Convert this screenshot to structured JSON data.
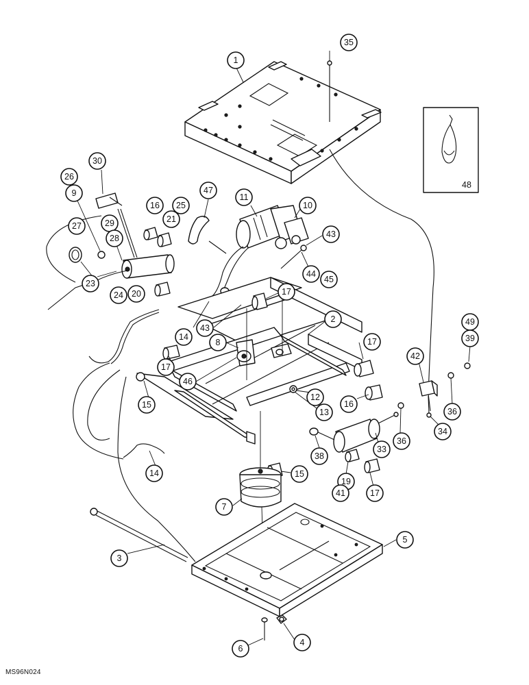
{
  "callouts": [
    {
      "label": "1"
    },
    {
      "label": "35"
    },
    {
      "label": "30"
    },
    {
      "label": "26"
    },
    {
      "label": "9"
    },
    {
      "label": "47"
    },
    {
      "label": "11"
    },
    {
      "label": "10"
    },
    {
      "label": "16"
    },
    {
      "label": "25"
    },
    {
      "label": "21"
    },
    {
      "label": "27"
    },
    {
      "label": "29"
    },
    {
      "label": "28"
    },
    {
      "label": "43"
    },
    {
      "label": "44"
    },
    {
      "label": "45"
    },
    {
      "label": "23"
    },
    {
      "label": "24"
    },
    {
      "label": "20"
    },
    {
      "label": "17"
    },
    {
      "label": "43"
    },
    {
      "label": "2"
    },
    {
      "label": "14"
    },
    {
      "label": "8"
    },
    {
      "label": "17"
    },
    {
      "label": "17"
    },
    {
      "label": "46"
    },
    {
      "label": "12"
    },
    {
      "label": "13"
    },
    {
      "label": "16"
    },
    {
      "label": "15"
    },
    {
      "label": "42"
    },
    {
      "label": "49"
    },
    {
      "label": "39"
    },
    {
      "label": "36"
    },
    {
      "label": "34"
    },
    {
      "label": "36"
    },
    {
      "label": "33"
    },
    {
      "label": "38"
    },
    {
      "label": "15"
    },
    {
      "label": "14"
    },
    {
      "label": "19"
    },
    {
      "label": "41"
    },
    {
      "label": "17"
    },
    {
      "label": "7"
    },
    {
      "label": "5"
    },
    {
      "label": "3"
    },
    {
      "label": "6"
    },
    {
      "label": "4"
    }
  ],
  "inset": {
    "label": "48"
  },
  "footer": {
    "code": "MS96N024"
  }
}
